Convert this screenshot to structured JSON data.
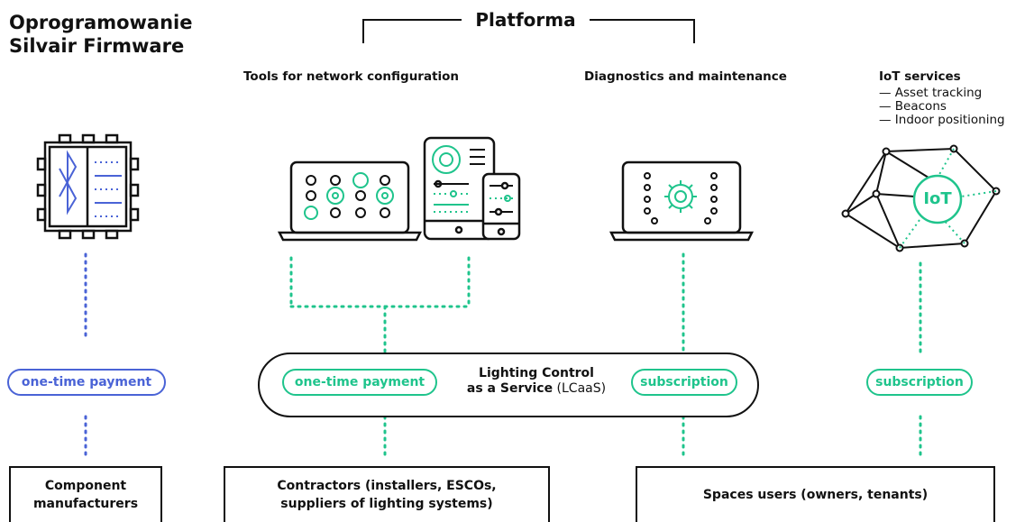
{
  "firmware": {
    "line1": "Oprogramowanie",
    "line2": "Silvair Firmware"
  },
  "platform": {
    "title": "Platforma"
  },
  "headers": {
    "tools": "Tools for network configuration",
    "diagnostics": "Diagnostics and maintenance",
    "iot": "IoT services"
  },
  "iot_services": [
    "— Asset tracking",
    "— Beacons",
    "— Indoor positioning"
  ],
  "iot_badge": "IoT",
  "payments": {
    "firmware": "one-time payment",
    "tools": "one-time payment",
    "diagnostics": "subscription",
    "iot": "subscription"
  },
  "lcaas": {
    "line1": "Lighting Control",
    "line2_bold": "as a Service",
    "line2_rest": " (LCaaS)"
  },
  "users": {
    "component": [
      "Component",
      "manufacturers"
    ],
    "contractors": [
      "Contractors (installers, ESCOs,",
      "suppliers of lighting systems)"
    ],
    "spaces": "Spaces users (owners, tenants)"
  },
  "colors": {
    "green": "#1fc48c",
    "blue": "#4a63d6",
    "ink": "#111111"
  }
}
